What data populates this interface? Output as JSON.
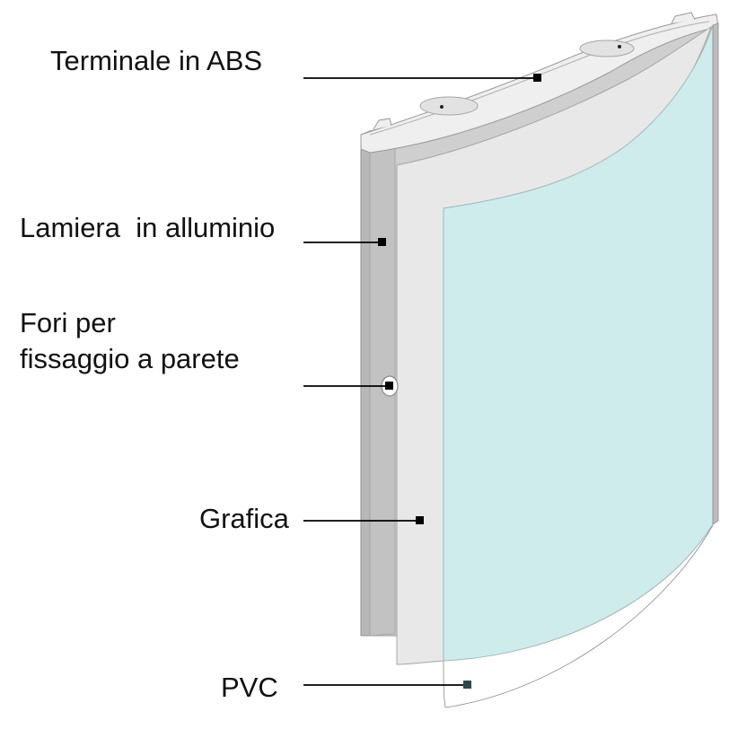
{
  "labels": {
    "terminale": "Terminale in ABS",
    "lamiera": "Lamiera  in alluminio",
    "fori_line1": "Fori per",
    "fori_line2": "fissaggio a parete",
    "grafica": "Grafica",
    "pvc": "PVC"
  },
  "colors": {
    "pvc_film": "#cfecec",
    "aluminium": "#cfcfcf",
    "aluminium_dark": "#b4b4b4",
    "graphic_sheet": "#e8e8e8",
    "abs_terminal": "#ededed",
    "leader_line": "#000000",
    "marker": "#000000",
    "pvc_marker": "#2e4a4a"
  }
}
